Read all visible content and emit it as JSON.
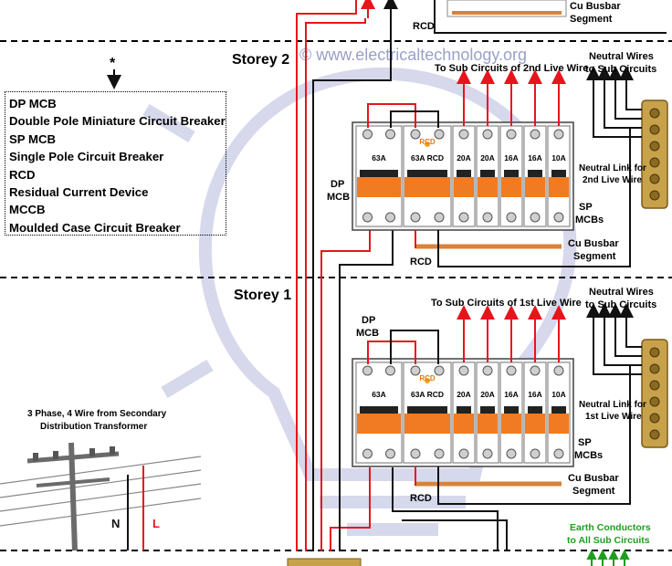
{
  "watermark": "© www.electricaltechnology.org",
  "storeys": {
    "storey2": "Storey 2",
    "storey1": "Storey 1"
  },
  "legend": {
    "star": "*",
    "lines": [
      "DP MCB",
      "Double Pole Miniature Circuit Breaker",
      "SP MCB",
      "Single Pole Circuit Breaker",
      "RCD",
      "Residual Current Device",
      "MCCB",
      "Moulded Case Circuit Breaker"
    ]
  },
  "panel_top_fragment": {
    "rcd": "RCD",
    "busbar": [
      "Cu Busbar",
      "Segment"
    ]
  },
  "panel2": {
    "sub_circuits": "To Sub Circuits of 2nd Live Wire",
    "neutral_wires": [
      "Neutral Wires",
      "to Sub Circuits"
    ],
    "neutral_link": [
      "Neutral Link for",
      "2nd Live Wire"
    ],
    "dp_mcb": [
      "DP",
      "MCB"
    ],
    "sp_mcbs": [
      "SP",
      "MCBs"
    ],
    "rcd_top": "RCD",
    "ratings": [
      "63A",
      "63A RCD",
      "20A",
      "20A",
      "16A",
      "16A",
      "10A"
    ],
    "busbar": [
      "Cu Busbar",
      "Segment"
    ],
    "rcd_bottom": "RCD"
  },
  "panel1": {
    "sub_circuits": "To Sub Circuits of 1st Live Wire",
    "neutral_wires": [
      "Neutral Wires",
      "to Sub Circuits"
    ],
    "neutral_link": [
      "Neutral Link for",
      "1st Live Wire"
    ],
    "dp_mcb": [
      "DP",
      "MCB"
    ],
    "sp_mcbs": [
      "SP",
      "MCBs"
    ],
    "rcd_top": "RCD",
    "ratings": [
      "63A",
      "63A RCD",
      "20A",
      "20A",
      "16A",
      "16A",
      "10A"
    ],
    "busbar": [
      "Cu Busbar",
      "Segment"
    ],
    "rcd_bottom": "RCD"
  },
  "transformer": {
    "caption": [
      "3 Phase, 4 Wire from Secondary",
      "Distribution Transformer"
    ],
    "neutral": "N",
    "live": "L"
  },
  "earth": {
    "caption": [
      "Earth Conductors",
      "to All Sub Circuits"
    ]
  },
  "colors": {
    "live": "#e8141b",
    "neutral": "#111111",
    "earth": "#1e9e1e",
    "breaker_orange": "#f07b22",
    "busbar": "#d9823b",
    "brass": "#c8a24a",
    "watermark": "#c9cbe6"
  }
}
